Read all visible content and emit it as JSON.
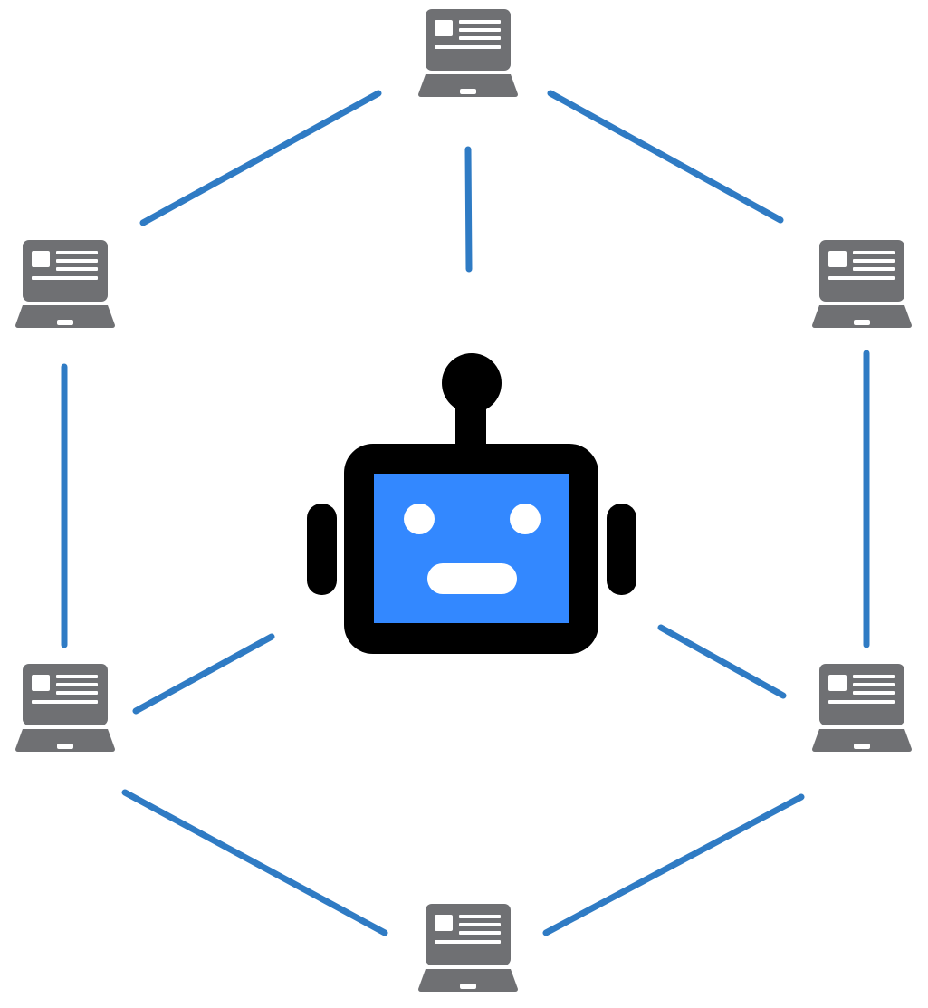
{
  "colors": {
    "background": "#ffffff",
    "link": "#2f7bc4",
    "laptop": "#6f7073",
    "laptop_screen_detail": "#ffffff",
    "robot_frame": "#000000",
    "robot_face": "#3388ff",
    "robot_features": "#ffffff"
  },
  "icons": {
    "computer": "laptop-icon",
    "center": "robot-icon"
  },
  "nodes": [
    {
      "id": "laptop-top",
      "icon": "laptop-icon"
    },
    {
      "id": "laptop-upper-left",
      "icon": "laptop-icon"
    },
    {
      "id": "laptop-upper-right",
      "icon": "laptop-icon"
    },
    {
      "id": "laptop-lower-left",
      "icon": "laptop-icon"
    },
    {
      "id": "laptop-lower-right",
      "icon": "laptop-icon"
    },
    {
      "id": "laptop-bottom",
      "icon": "laptop-icon"
    },
    {
      "id": "robot",
      "icon": "robot-icon"
    }
  ],
  "edges": [
    {
      "from": "laptop-top",
      "to": "laptop-upper-left"
    },
    {
      "from": "laptop-top",
      "to": "laptop-upper-right"
    },
    {
      "from": "laptop-top",
      "to": "robot"
    },
    {
      "from": "laptop-upper-left",
      "to": "laptop-lower-left"
    },
    {
      "from": "laptop-upper-right",
      "to": "laptop-lower-right"
    },
    {
      "from": "laptop-lower-left",
      "to": "robot"
    },
    {
      "from": "laptop-lower-right",
      "to": "robot"
    },
    {
      "from": "laptop-lower-left",
      "to": "laptop-bottom"
    },
    {
      "from": "laptop-lower-right",
      "to": "laptop-bottom"
    }
  ]
}
